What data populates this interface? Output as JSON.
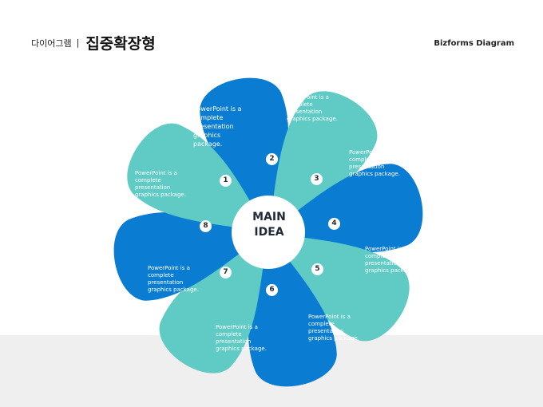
{
  "header": {
    "category": "다이어그램",
    "separator": "|",
    "title": "집중확장형",
    "brand": "Bizforms Diagram"
  },
  "center": {
    "line1": "MAIN",
    "line2": "IDEA"
  },
  "colors": {
    "blue": "#0a7dd3",
    "teal": "#5fcbc4",
    "band": "#efefef"
  },
  "petals": [
    {
      "number": "1",
      "color": "blue",
      "text": "PowerPoint is a complete presentation graphics package."
    },
    {
      "number": "2",
      "color": "teal",
      "text": "PowerPoint is a complete presentation graphics package."
    },
    {
      "number": "3",
      "color": "blue",
      "text": "PowerPoint is a complete presentation graphics package."
    },
    {
      "number": "4",
      "color": "teal",
      "text": "PowerPoint is a complete presentation graphics package."
    },
    {
      "number": "5",
      "color": "blue",
      "text": "PowerPoint is a complete presentation graphics package."
    },
    {
      "number": "6",
      "color": "teal",
      "text": "PowerPoint is a complete presentation graphics package."
    },
    {
      "number": "7",
      "color": "blue",
      "text": "PowerPoint is a complete presentation graphics package."
    },
    {
      "number": "8",
      "color": "teal",
      "text": "PowerPoint is a complete presentation graphics package."
    }
  ]
}
